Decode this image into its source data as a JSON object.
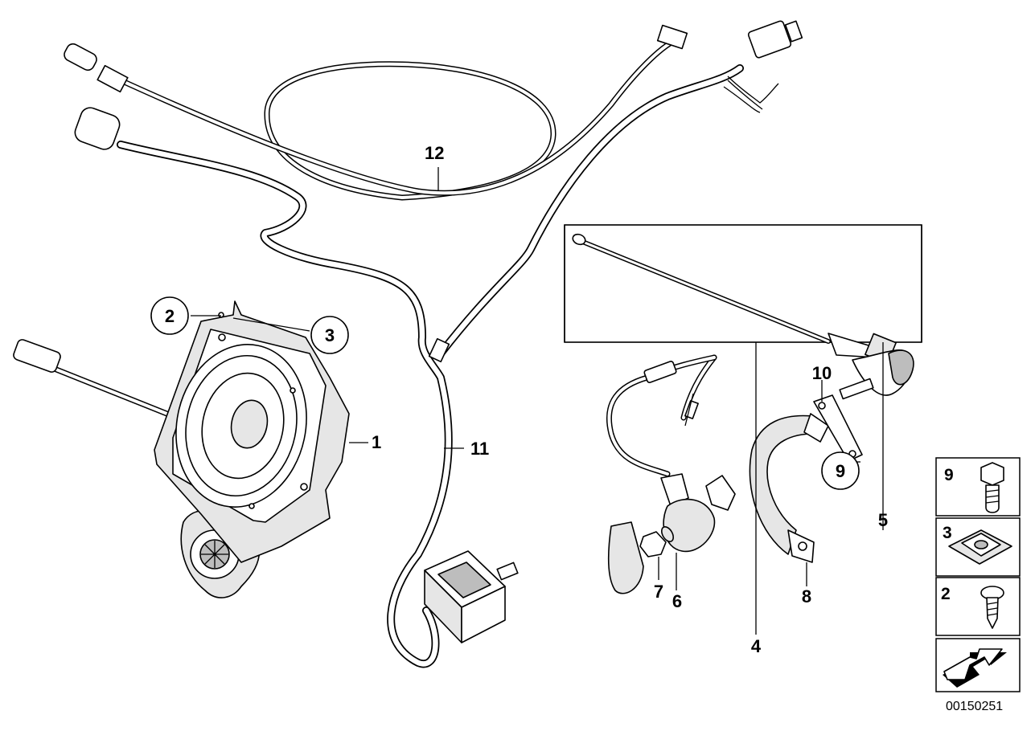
{
  "diagram_id": "00150251",
  "callouts": {
    "c1": "1",
    "c2": "2",
    "c3": "3",
    "c4": "4",
    "c5": "5",
    "c6": "6",
    "c7": "7",
    "c8": "8",
    "c9": "9",
    "c10": "10",
    "c11": "11",
    "c12": "12"
  },
  "side_panel": [
    {
      "number": "9",
      "icon": "bolt-icon"
    },
    {
      "number": "3",
      "icon": "clip-nut-icon"
    },
    {
      "number": "2",
      "icon": "screw-icon"
    }
  ],
  "nav_icon": "forward-arrow-icon"
}
